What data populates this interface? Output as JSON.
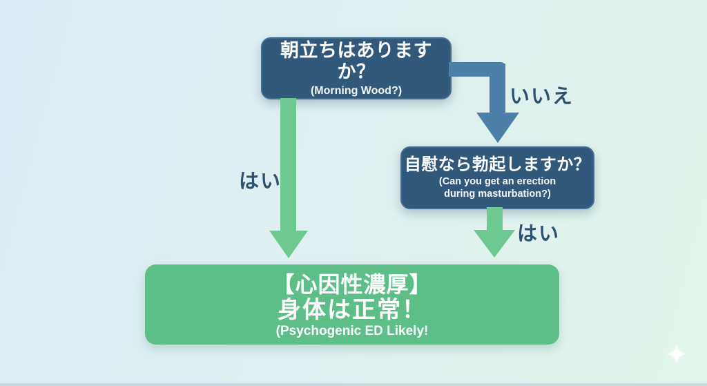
{
  "flowchart": {
    "question1": {
      "title": "朝立ちはありますか？",
      "subtitle": "(Morning Wood?)"
    },
    "question2": {
      "title": "自慰なら勃起しますか？",
      "subtitle_line1": "(Can you get an erection",
      "subtitle_line2": "during masturbation?)"
    },
    "result": {
      "heading": "【心因性濃厚】",
      "message": "身体は正常！",
      "subtitle": "(Psychogenic ED Likely!"
    },
    "edges": {
      "no": "いいえ",
      "yes_left": "はい",
      "yes_right": "はい"
    }
  },
  "icons": {
    "sparkle": "✦"
  },
  "colors": {
    "bg_left": "#dbecf6",
    "bg_right": "#e1f4e9",
    "node_fill": "#30597b",
    "node_text": "#ffffff",
    "arrow_blue": "#4c80a8",
    "arrow_green": "#6dc892",
    "result_fill": "#5dbe87",
    "edge_label": "#2d5170"
  }
}
